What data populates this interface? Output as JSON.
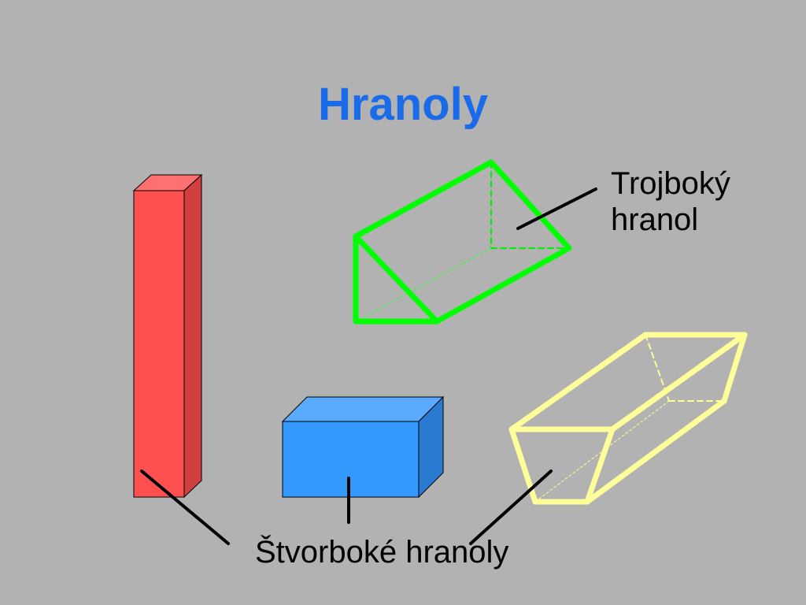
{
  "slide": {
    "title": "Hranoly",
    "labels": {
      "triangular_line1": "Trojboký",
      "triangular_line2": "hranol",
      "quadrilateral": "Štvorboké hranoly"
    }
  },
  "colors": {
    "background": "#b2b2b2",
    "title": "#1a6bea",
    "red_prism": "#ff5050",
    "blue_prism": "#3399ff",
    "green_prism": "#00ff00",
    "yellow_prism": "#ffff99"
  }
}
